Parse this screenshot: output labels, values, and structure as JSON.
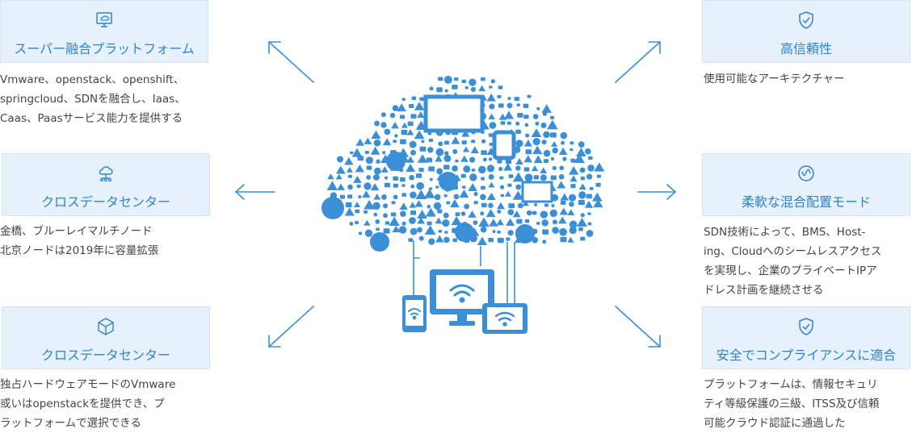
{
  "accent": "#3b8fd6",
  "cards": [
    {
      "key": "c1",
      "title": "スーパー融合プラットフォーム",
      "icon": "monitor-cloud-icon",
      "desc": [
        "Vmware、openstack、openshift、",
        "springcloud、SDNを融合し、Iaas、",
        "Caas、Paasサービス能力を提供する"
      ]
    },
    {
      "key": "c2",
      "title": "クロスデータセンター",
      "icon": "cloud-network-icon",
      "desc": [
        "金橋、ブルーレイマルチノード",
        "北京ノードは2019年に容量拡張"
      ]
    },
    {
      "key": "c3",
      "title": "クロスデータセンター",
      "icon": "cube-icon",
      "desc": [
        "独占ハードウェアモードのVmware",
        "或いはopenstackを提供でき、プ",
        "ラットフォームで選択できる"
      ]
    },
    {
      "key": "c4",
      "title": "高信頼性",
      "icon": "shield-check-icon",
      "desc": [
        "使用可能なアーキテクチャー"
      ]
    },
    {
      "key": "c5",
      "title": "柔軟な混合配置モード",
      "icon": "flexible-circle-icon",
      "desc": [
        "SDN技術によって、BMS、Host-",
        "ing、Cloudへのシームレスアクセス",
        "を実現し、企業のプライベートIPア",
        "ドレス計画を継続させる"
      ]
    },
    {
      "key": "c6",
      "title": "安全でコンプライアンスに適合",
      "icon": "shield-check-icon",
      "desc": [
        "プラットフォームは、情報セキュリ",
        "ティ等級保護の三級、ITSS及び信頼",
        "可能クラウド認証に通過した"
      ]
    }
  ]
}
